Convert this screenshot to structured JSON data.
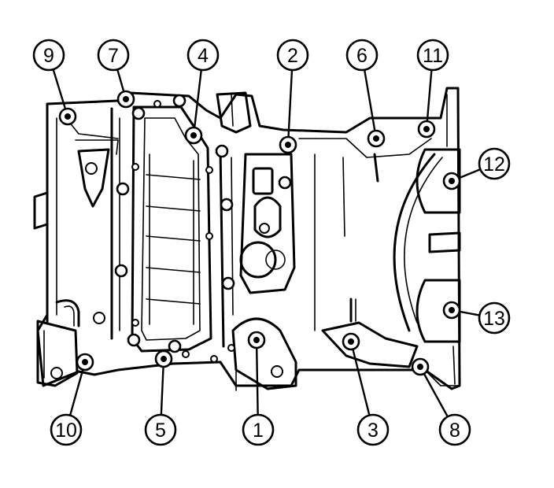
{
  "callouts": [
    {
      "label": "1",
      "circle": [
        328,
        546
      ],
      "bolt": [
        326,
        432
      ]
    },
    {
      "label": "2",
      "circle": [
        372,
        70
      ],
      "bolt": [
        366,
        184
      ]
    },
    {
      "label": "3",
      "circle": [
        474,
        546
      ],
      "bolt": [
        446,
        434
      ]
    },
    {
      "label": "4",
      "circle": [
        258,
        70
      ],
      "bolt": [
        246,
        172
      ]
    },
    {
      "label": "5",
      "circle": [
        204,
        546
      ],
      "bolt": [
        208,
        456
      ]
    },
    {
      "label": "6",
      "circle": [
        460,
        70
      ],
      "bolt": [
        478,
        176
      ]
    },
    {
      "label": "7",
      "circle": [
        144,
        70
      ],
      "bolt": [
        160,
        126
      ]
    },
    {
      "label": "8",
      "circle": [
        578,
        546
      ],
      "bolt": [
        534,
        466
      ]
    },
    {
      "label": "9",
      "circle": [
        62,
        70
      ],
      "bolt": [
        86,
        148
      ]
    },
    {
      "label": "10",
      "circle": [
        84,
        546
      ],
      "bolt": [
        108,
        460
      ]
    },
    {
      "label": "11",
      "circle": [
        550,
        70
      ],
      "bolt": [
        542,
        164
      ]
    },
    {
      "label": "12",
      "circle": [
        628,
        208
      ],
      "bolt": [
        574,
        230
      ]
    },
    {
      "label": "13",
      "circle": [
        628,
        404
      ],
      "bolt": [
        574,
        394
      ]
    }
  ]
}
